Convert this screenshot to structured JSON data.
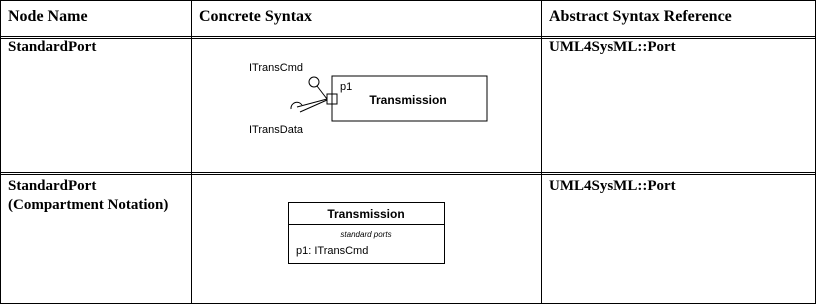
{
  "header": {
    "col_node": "Node Name",
    "col_syntax": "Concrete Syntax",
    "col_ref": "Abstract Syntax Reference"
  },
  "rows": [
    {
      "node_name": "StandardPort",
      "reference": "UML4SysML::Port",
      "diagram": {
        "required_interface": "ITransCmd",
        "provided_interface": "ITransData",
        "port_name": "p1",
        "block_name": "Transmission"
      }
    },
    {
      "node_name_line1": "StandardPort",
      "node_name_line2": "(Compartment Notation)",
      "reference": "UML4SysML::Port",
      "diagram": {
        "block_name": "Transmission",
        "compartment_label": "standard ports",
        "port_entry": "p1: ITransCmd"
      }
    }
  ]
}
